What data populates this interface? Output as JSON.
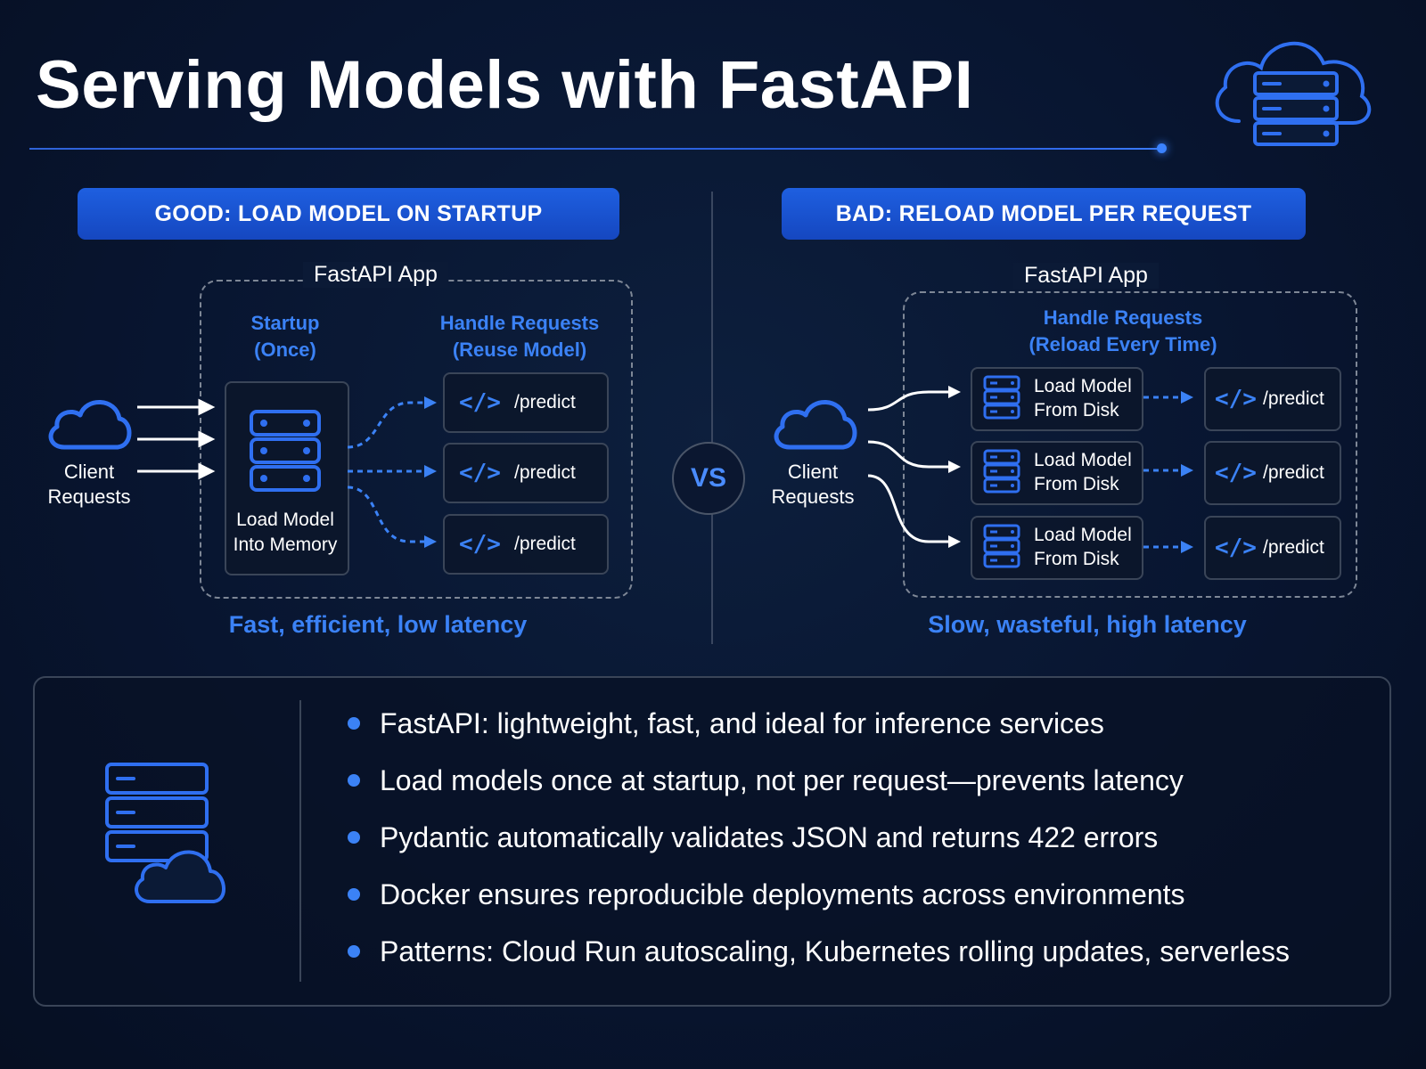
{
  "title": "Serving Models with FastAPI",
  "vs_label": "VS",
  "colors": {
    "accent": "#3b82f6",
    "banner": "#1b54d6",
    "background": "#081530"
  },
  "good": {
    "banner": "GOOD: LOAD MODEL ON STARTUP",
    "app_label": "FastAPI App",
    "startup_label_1": "Startup",
    "startup_label_2": "(Once)",
    "handle_label_1": "Handle Requests",
    "handle_label_2": "(Reuse Model)",
    "client_label_1": "Client",
    "client_label_2": "Requests",
    "model_label_1": "Load Model",
    "model_label_2": "Into Memory",
    "endpoints": [
      "/predict",
      "/predict",
      "/predict"
    ],
    "code_glyph": "</>",
    "verdict": "Fast, efficient, low latency"
  },
  "bad": {
    "banner": "BAD: RELOAD MODEL PER REQUEST",
    "app_label": "FastAPI App",
    "handle_label_1": "Handle Requests",
    "handle_label_2": "(Reload Every Time)",
    "client_label_1": "Client",
    "client_label_2": "Requests",
    "loaders": [
      {
        "line1": "Load Model",
        "line2": "From Disk"
      },
      {
        "line1": "Load Model",
        "line2": "From Disk"
      },
      {
        "line1": "Load Model",
        "line2": "From Disk"
      }
    ],
    "endpoints": [
      "/predict",
      "/predict",
      "/predict"
    ],
    "code_glyph": "</>",
    "verdict": "Slow, wasteful, high latency"
  },
  "summary": {
    "bullets": [
      "FastAPI: lightweight, fast, and ideal for inference services",
      "Load models once at startup, not per request—prevents latency",
      "Pydantic automatically validates JSON and returns 422 errors",
      "Docker ensures reproducible deployments across environments",
      "Patterns: Cloud Run autoscaling, Kubernetes rolling updates, serverless"
    ]
  },
  "icons": [
    "cloud-server-icon",
    "cloud-icon",
    "server-icon",
    "code-icon",
    "arrow-icon"
  ]
}
